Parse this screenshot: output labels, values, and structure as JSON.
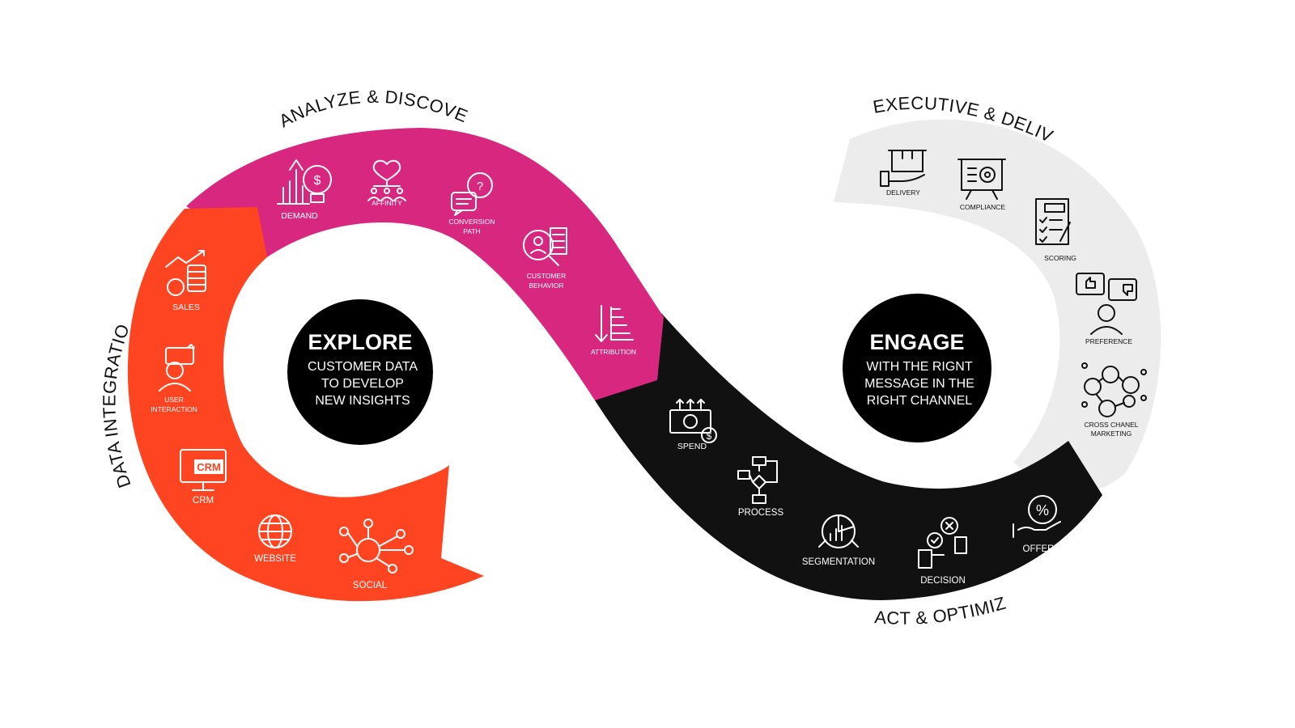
{
  "colors": {
    "data_integration": "#ff4422",
    "analyze": "#d7277f",
    "act": "#111111",
    "execute": "#ececec",
    "hub": "#000000"
  },
  "phases": {
    "data_integration": "DATA INTEGRATION",
    "analyze": "ANALYZE & DISCOVER",
    "execute": "EXECUTIVE & DELIVER",
    "act": "ACT & OPTIMIZE"
  },
  "hubs": {
    "explore": {
      "title": "EXPLORE",
      "lines": [
        "CUSTOMER DATA",
        "TO DEVELOP",
        "NEW INSIGHTS"
      ]
    },
    "engage": {
      "title": "ENGAGE",
      "lines": [
        "WITH THE RIGNT",
        "MESSAGE IN THE",
        "RIGHT CHANNEL"
      ]
    }
  },
  "items": {
    "sales": "SALES",
    "user_interaction": [
      "USER",
      "INTERACTION"
    ],
    "crm": "CRM",
    "crm_badge": "CRM",
    "website": "WEBSITE",
    "social": "SOCIAL",
    "demand": "DEMAND",
    "affinity": "AFFINITY",
    "conversion_path": [
      "CONVERSION",
      "PATH"
    ],
    "customer_behavior": [
      "CUSTOMER",
      "BEHAVIOR"
    ],
    "attribution": "ATTRIBUTION",
    "spend": "SPEND",
    "process": "PROCESS",
    "segmentation": "SEGMENTATION",
    "decision": "DECISION",
    "offer": "OFFER",
    "delivery": "DELIVERY",
    "compliance": "COMPLIANCE",
    "scoring": "SCORING",
    "preference": "PREFERENCE",
    "cross_channel_marketing": [
      "CROSS CHANEL",
      "MARKETING"
    ]
  },
  "icons": [
    "sales-icon",
    "user-interaction-icon",
    "crm-icon",
    "website-icon",
    "social-icon",
    "demand-icon",
    "affinity-icon",
    "conversion-path-icon",
    "customer-behavior-icon",
    "attribution-icon",
    "spend-icon",
    "process-icon",
    "segmentation-icon",
    "decision-icon",
    "offer-icon",
    "delivery-icon",
    "compliance-icon",
    "scoring-icon",
    "preference-icon",
    "cross-channel-marketing-icon"
  ]
}
